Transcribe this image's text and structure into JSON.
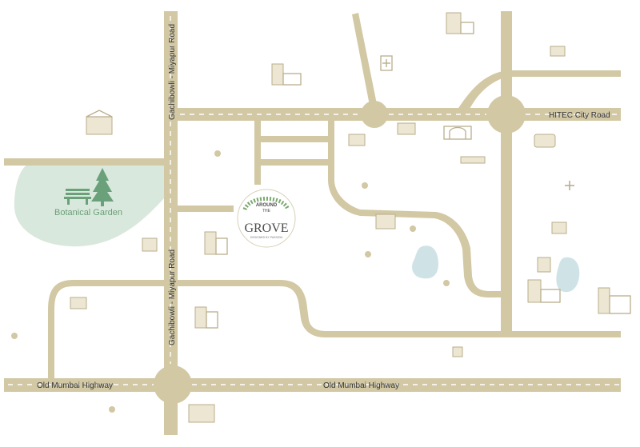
{
  "roads": {
    "vertical_left": "Gachibowli - Miyapur Road",
    "vertical_left_lower": "Gachibowli - Miyapur Road",
    "east_road": "HITEC City Road",
    "highway_left": "Old Mumbai Highway",
    "highway_center": "Old Mumbai Highway"
  },
  "landmarks": {
    "garden": "Botanical Garden"
  },
  "logo": {
    "line1": "AROUND",
    "line2": "THE",
    "line3": "GROVE",
    "tagline": "DESIGNED BY PASSION"
  },
  "colors": {
    "road": "#d2c8a4",
    "garden": "#d9e8dc",
    "lake": "#cfe3e7",
    "tree": "#6aa07a",
    "building": "#b9ae8c"
  }
}
